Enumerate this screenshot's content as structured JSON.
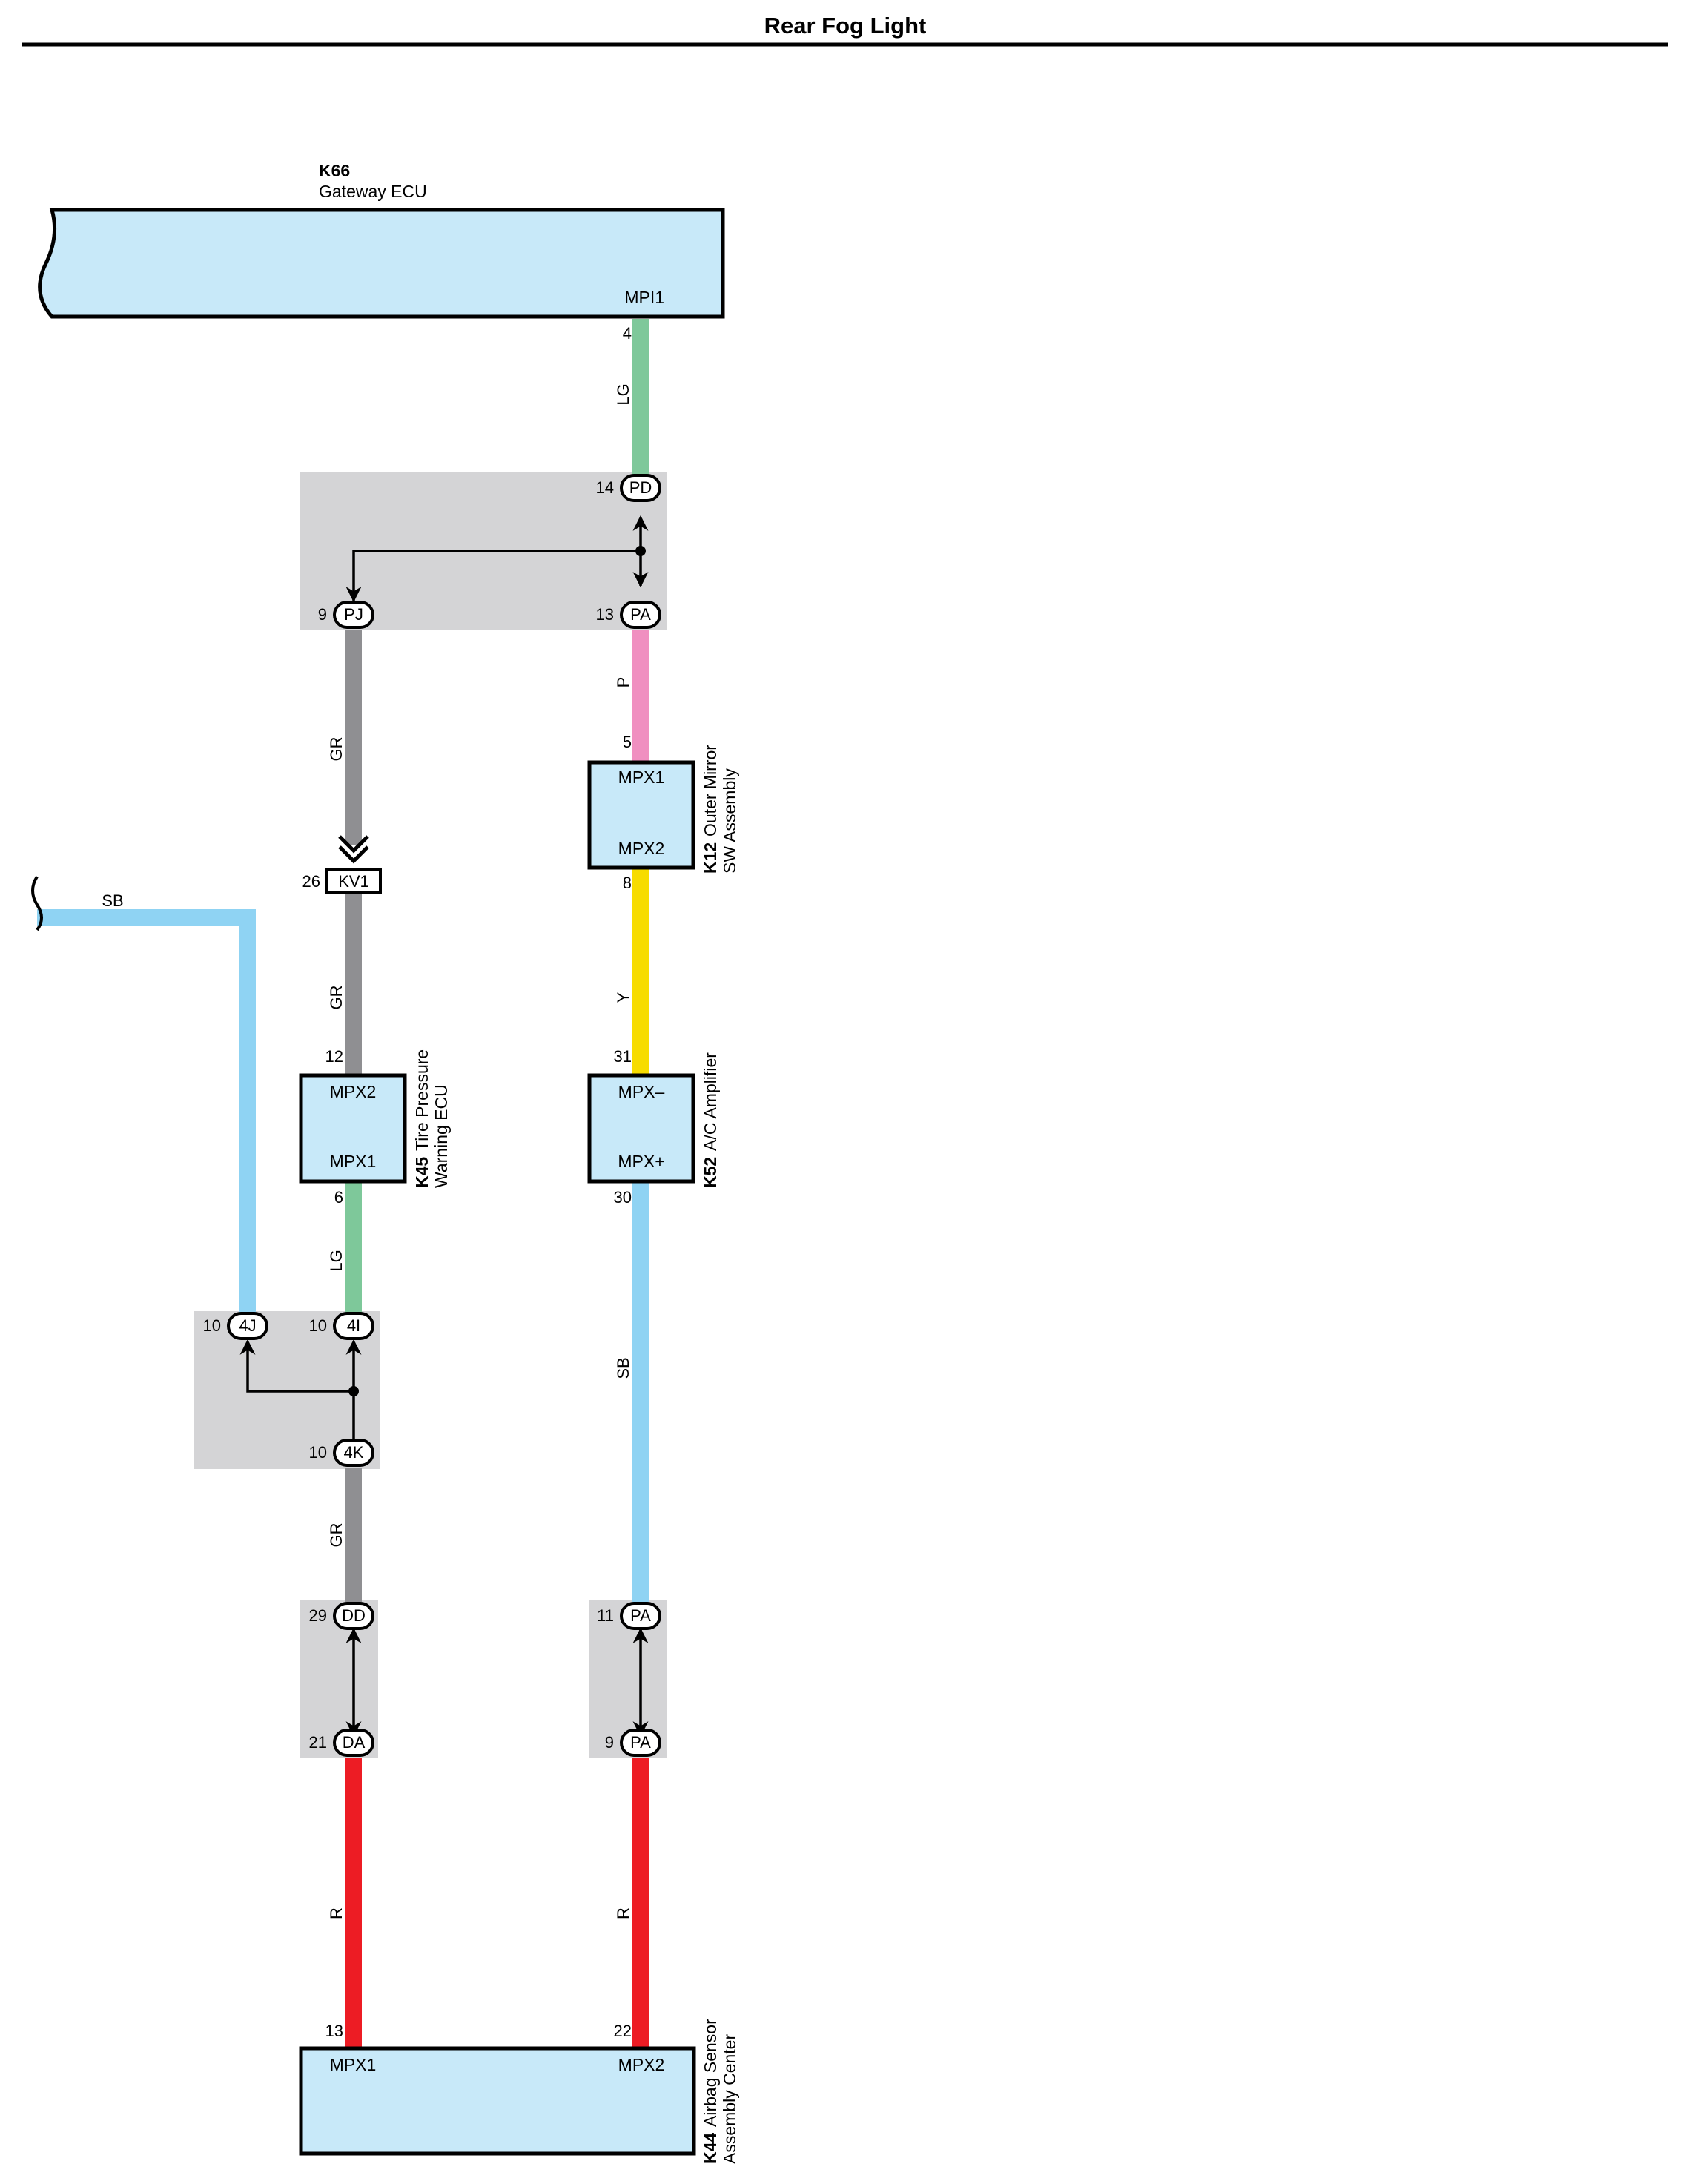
{
  "title": "Rear Fog Light",
  "colors": {
    "LG": "#7ec89a",
    "P": "#f08fc0",
    "GR": "#8f8f92",
    "Y": "#f7dc00",
    "SB": "#8fd3f3",
    "R": "#ed1c24",
    "box_fill": "#c8e9f9",
    "junction_fill": "#d4d4d6"
  },
  "components": {
    "k66": {
      "id": "K66",
      "name": "Gateway ECU",
      "terminal": "MPI1"
    },
    "k12": {
      "id": "K12",
      "name_line1": "Outer Mirror",
      "name_line2": "SW Assembly",
      "terminal_top": "MPX1",
      "terminal_bottom": "MPX2"
    },
    "k45": {
      "id": "K45",
      "name_line1": "Tire Pressure",
      "name_line2": "Warning ECU",
      "terminal_top": "MPX2",
      "terminal_bottom": "MPX1"
    },
    "k52": {
      "id": "K52",
      "name": "A/C Amplifier",
      "terminal_top": "MPX–",
      "terminal_bottom": "MPX+"
    },
    "k44": {
      "id": "K44",
      "name_line1": "Airbag Sensor",
      "name_line2": "Assembly Center",
      "terminal_left": "MPX1",
      "terminal_right": "MPX2"
    }
  },
  "connectors": {
    "pd": {
      "name": "PD",
      "pin": "14"
    },
    "pj": {
      "name": "PJ",
      "pin": "9"
    },
    "pa1": {
      "name": "PA",
      "pin": "13"
    },
    "kv1": {
      "name": "KV1",
      "pin": "26"
    },
    "j4j": {
      "name": "4J",
      "pin": "10"
    },
    "j4i": {
      "name": "4I",
      "pin": "10"
    },
    "j4k": {
      "name": "4K",
      "pin": "10"
    },
    "dd": {
      "name": "DD",
      "pin": "29"
    },
    "da": {
      "name": "DA",
      "pin": "21"
    },
    "pa2": {
      "name": "PA",
      "pin": "11"
    },
    "pa3": {
      "name": "PA",
      "pin": "9"
    }
  },
  "pins": {
    "k66_mpi1": "4",
    "k12_mpx1": "5",
    "k12_mpx2": "8",
    "k52_mpxm": "31",
    "k52_mpxp": "30",
    "k45_mpx2": "12",
    "k45_mpx1": "6",
    "k44_mpx1": "13",
    "k44_mpx2": "22"
  },
  "wires": {
    "w1": "LG",
    "w2": "P",
    "w3": "GR",
    "w4": "Y",
    "w5": "GR",
    "w6": "LG",
    "w7": "SB",
    "w8": "SB",
    "w9": "GR",
    "w10": "R",
    "w11": "R"
  }
}
